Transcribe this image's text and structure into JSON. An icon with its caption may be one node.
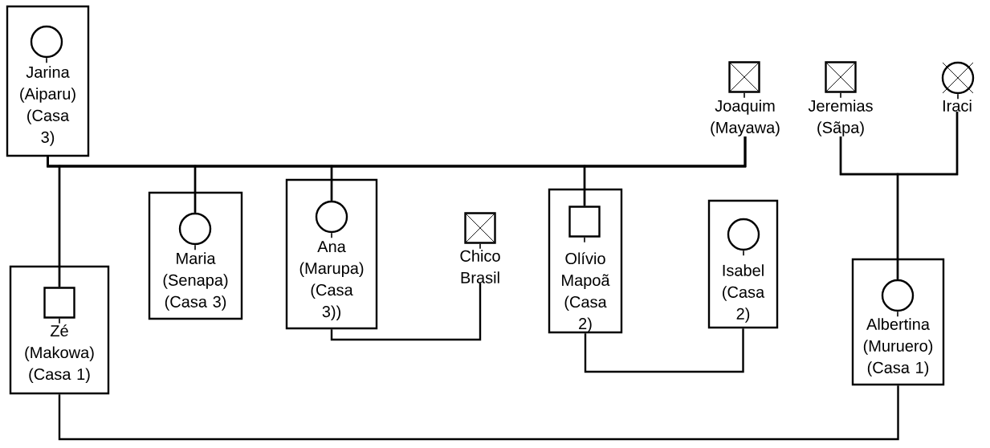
{
  "diagram": {
    "nodes": [
      {
        "text": [
          "Jarina (Aiparu) (Casa 3)"
        ]
      },
      {
        "text": [],
        "shape": "circle",
        "in": 0
      },
      {
        "text": [],
        "shape": "box"
      },
      {
        "text": [
          "Joaquim (Mayawa)"
        ]
      },
      {
        "text": [],
        "shape": "box"
      },
      {
        "text": [
          "Jeremias (Sãpa)"
        ]
      },
      {
        "text": [],
        "shape": "circle"
      },
      {
        "text": [
          "Iraci"
        ]
      },
      {
        "text": [
          "Maria (Senapa) (Casa 3)"
        ]
      },
      {
        "text": [],
        "shape": "circle",
        "in": 8
      },
      {
        "text": [
          "Ana (Marupa) (Casa 3))"
        ]
      },
      {
        "text": [],
        "shape": "circle",
        "in": 10
      },
      {
        "text": [],
        "shape": "box"
      },
      {
        "text": [
          "Chico Brasil"
        ]
      },
      {
        "text": [
          "Olívio Mapoã (Casa 2)"
        ]
      },
      {
        "text": [],
        "shape": "box",
        "in": 14
      },
      {
        "text": [
          "Isabel (Casa 2)"
        ]
      },
      {
        "text": [],
        "shape": "circle",
        "in": 16
      },
      {
        "text": [
          "Zé (Makowa) (Casa 1)"
        ]
      },
      {
        "text": [],
        "shape": "box",
        "in": 18
      },
      {
        "text": [
          "Albertina (Muruero) (Casa 1)"
        ]
      },
      {
        "text": [],
        "shape": "circle",
        "in": 20
      }
    ],
    "edges": [
      {
        "from": 0,
        "to": 3,
        "arrow": "none"
      },
      {
        "from": 0,
        "to": 9,
        "arrow": "none"
      },
      {
        "from": 3,
        "to": 9,
        "arrow": "none"
      },
      {
        "from": 0,
        "to": 11,
        "arrow": "none"
      },
      {
        "from": 3,
        "to": 11,
        "arrow": "none"
      },
      {
        "from": 0,
        "to": 15,
        "arrow": "none"
      },
      {
        "from": 3,
        "to": 15,
        "arrow": "none"
      },
      {
        "from": 0,
        "to": 19,
        "arrow": "none"
      },
      {
        "from": 3,
        "to": 19,
        "arrow": "none"
      },
      {
        "from": 10,
        "to": 13,
        "arrow": "none"
      },
      {
        "from": 14,
        "to": 16,
        "arrow": "none"
      },
      {
        "from": 5,
        "to": 7,
        "arrow": "none"
      },
      {
        "from": 5,
        "to": 21,
        "arrow": "none"
      },
      {
        "from": 7,
        "to": 21,
        "arrow": "none"
      },
      {
        "from": 18,
        "to": 20,
        "arrow": "none"
      }
    ]
  }
}
